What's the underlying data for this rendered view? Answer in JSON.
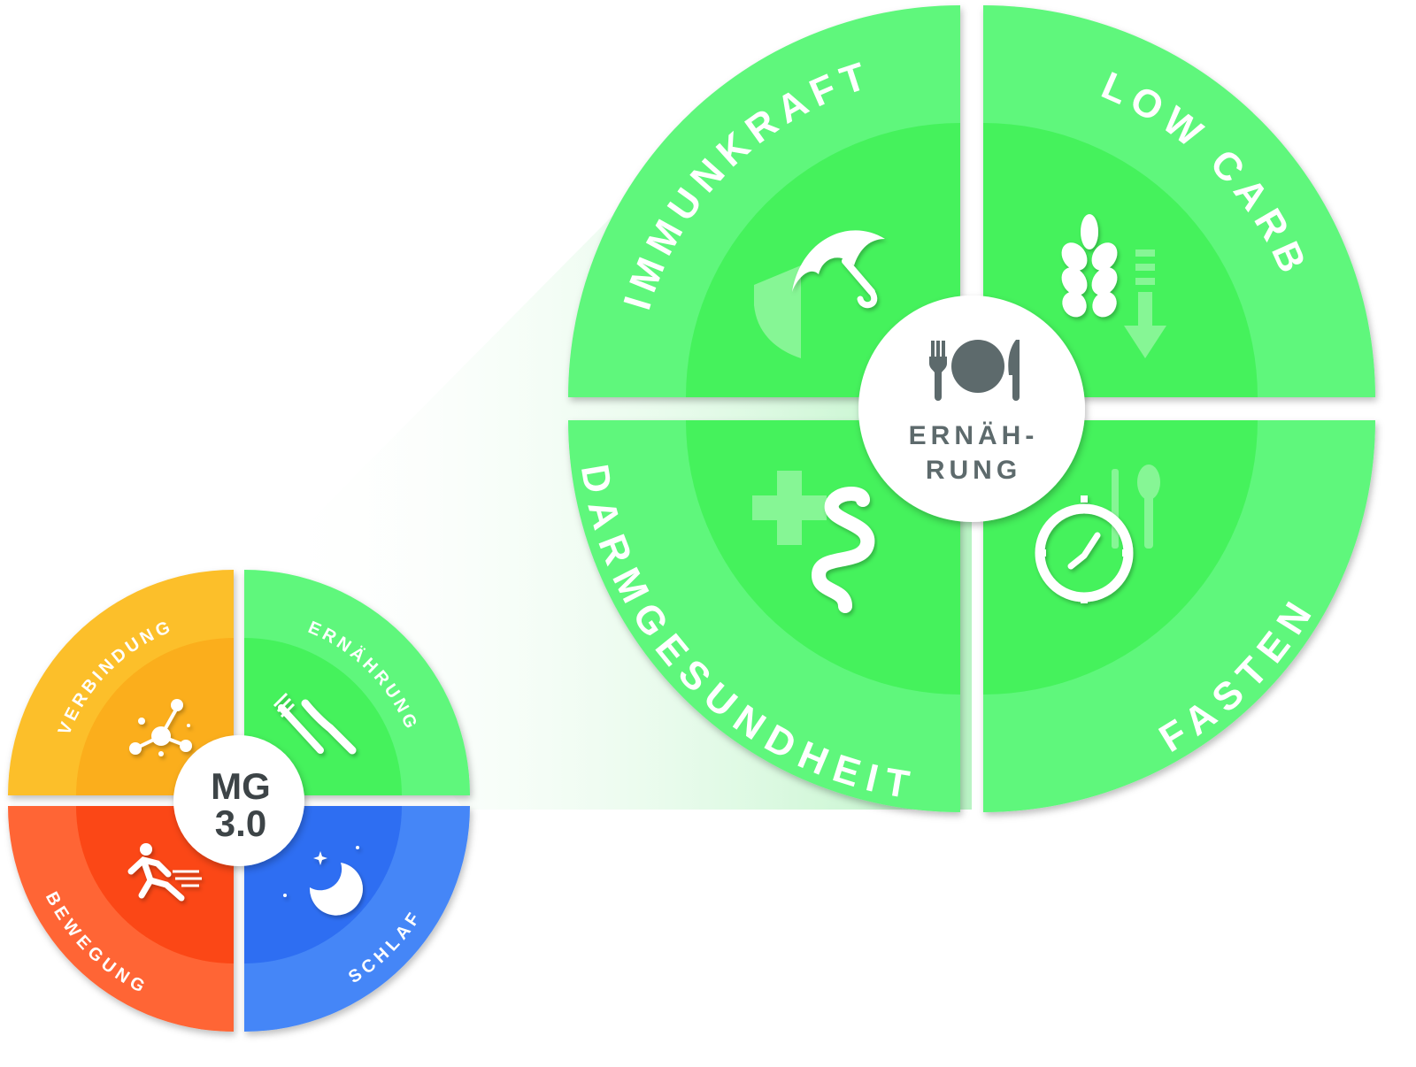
{
  "small_wheel": {
    "center_line1": "MG",
    "center_line2": "3.0",
    "segments": [
      {
        "label": "VERBINDUNG",
        "icon": "molecule-icon",
        "color_outer": "#fcbf2c",
        "color_inner": "#fbae1a"
      },
      {
        "label": "ERNÄHRUNG",
        "icon": "fork-knife-icon",
        "color_outer": "#5ff77c",
        "color_inner": "#44f25c"
      },
      {
        "label": "BEWEGUNG",
        "icon": "runner-icon",
        "color_outer": "#ff6535",
        "color_inner": "#fb4712"
      },
      {
        "label": "SCHLAF",
        "icon": "moon-stars-icon",
        "color_outer": "#4486f7",
        "color_inner": "#2e6ef2"
      }
    ]
  },
  "big_wheel": {
    "center_line1": "ERNÄH-",
    "center_line2": "RUNG",
    "center_icon": "plate-cutlery-icon",
    "segments": [
      {
        "label": "IMMUNKRAFT",
        "icon": "umbrella-shield-icon"
      },
      {
        "label": "LOW CARB",
        "icon": "wheat-arrow-down-icon"
      },
      {
        "label": "DARMGESUNDHEIT",
        "icon": "intestine-cross-icon"
      },
      {
        "label": "FASTEN",
        "icon": "stopwatch-cutlery-icon"
      }
    ],
    "color_outer": "#5ff77c",
    "color_inner": "#44f25c"
  }
}
